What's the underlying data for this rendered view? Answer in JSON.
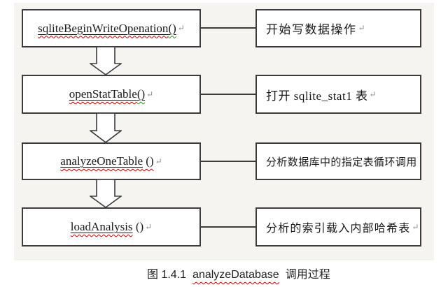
{
  "colors": {
    "canvas_bg": "#f5f4f1",
    "box_border": "#3c3c3c",
    "text": "#1a1a1a",
    "spell_check_red": "#c00000",
    "grammar_check_green": "#2e8b2e",
    "return_mark_gray": "#8c8c8c"
  },
  "icons": {
    "return_mark": "↵",
    "down_block_arrow": "outlined-block-arrow-down"
  },
  "rows": [
    {
      "func": "sqliteBeginWriteOpenation",
      "paren": "()",
      "return_mark": "↵",
      "desc": "开始写数据操作",
      "desc_return_mark": "↵"
    },
    {
      "func": "openStatTable",
      "paren": "()",
      "return_mark": "↵",
      "desc": "打开 sqlite_stat1 表",
      "desc_return_mark": "↵"
    },
    {
      "func": "analyzeOneTable",
      "paren": " ()",
      "return_mark": "↵",
      "desc": "分析数据库中的指定表循环调用",
      "desc_return_mark": ""
    },
    {
      "func": "loadAnalysis",
      "paren": " ()",
      "return_mark": "↵",
      "desc": "分析的索引载入内部哈希表",
      "desc_return_mark": "↵"
    }
  ],
  "caption": {
    "figure_label": "图 1.4.1",
    "keyword": "analyzeDatabase",
    "suffix": "调用过程"
  }
}
